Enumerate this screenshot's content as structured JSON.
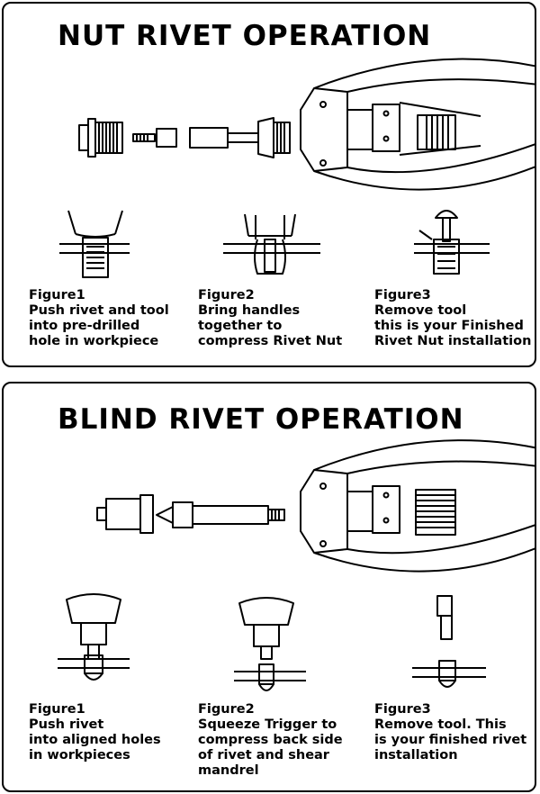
{
  "nut": {
    "title": "NUT RIVET OPERATION",
    "figures": [
      {
        "label": "Figure1",
        "lines": [
          "Push rivet and tool",
          "into pre-drilled",
          "hole in workpiece"
        ]
      },
      {
        "label": "Figure2",
        "lines": [
          "Bring handles",
          "together to",
          "compress Rivet Nut"
        ]
      },
      {
        "label": "Figure3",
        "lines": [
          "Remove tool",
          "this is your Finished",
          "Rivet Nut installation"
        ]
      }
    ]
  },
  "blind": {
    "title": "BLIND RIVET OPERATION",
    "figures": [
      {
        "label": "Figure1",
        "lines": [
          "Push rivet",
          "into aligned holes",
          "in workpieces"
        ]
      },
      {
        "label": "Figure2",
        "lines": [
          "Squeeze Trigger to",
          "compress back side",
          "of rivet and shear",
          "mandrel"
        ]
      },
      {
        "label": "Figure3",
        "lines": [
          "Remove tool. This",
          "is your finished rivet",
          "installation"
        ]
      }
    ]
  }
}
